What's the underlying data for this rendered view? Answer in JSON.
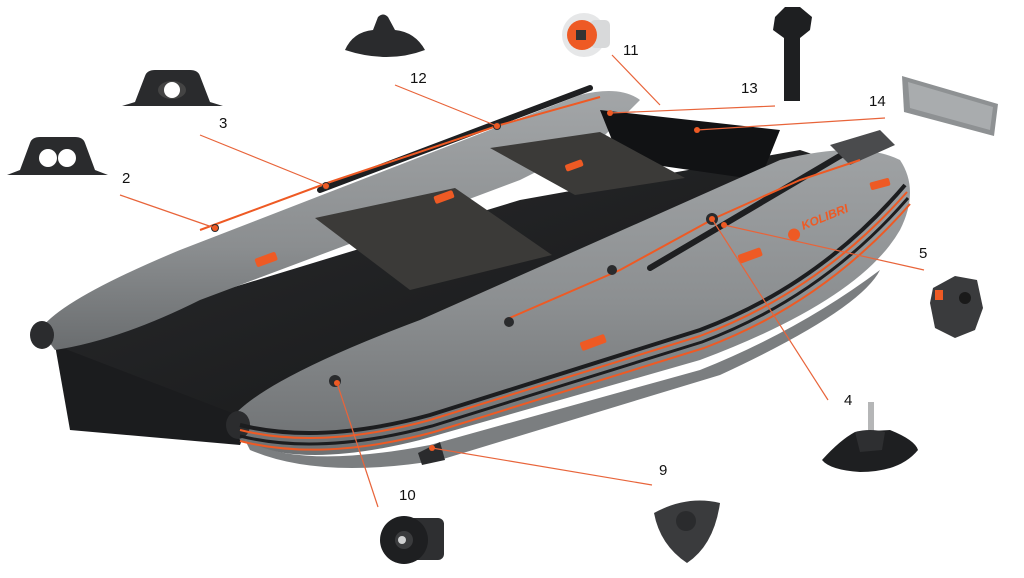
{
  "image": {
    "subject": "Inflatable catamaran boat with exploded accessory callouts",
    "brand_text": "KOLIBRI",
    "colors": {
      "hull_gray": "#8e9193",
      "hull_dark": "#5f6264",
      "floor_black": "#1e1f21",
      "seat": "#3b3a38",
      "accent_orange": "#ee5a24",
      "callout_line": "#e8643a",
      "part_black": "#2a2b2d",
      "background": "#ffffff"
    }
  },
  "callouts": [
    {
      "number": "2",
      "part": "double-ring rope holder"
    },
    {
      "number": "3",
      "part": "single-ring rope holder"
    },
    {
      "number": "12",
      "part": "oar holder"
    },
    {
      "number": "11",
      "part": "inflation valve (orange/white)"
    },
    {
      "number": "13",
      "part": "paddle blade handle"
    },
    {
      "number": "14",
      "part": "transom step plate"
    },
    {
      "number": "5",
      "part": "oarlock clamp"
    },
    {
      "number": "4",
      "part": "oarlock pin mount"
    },
    {
      "number": "9",
      "part": "triangular D-ring patch"
    },
    {
      "number": "10",
      "part": "drain/air valve"
    }
  ],
  "labels": {
    "l2": "2",
    "l3": "3",
    "l12": "12",
    "l11": "11",
    "l13": "13",
    "l14": "14",
    "l5": "5",
    "l4": "4",
    "l9": "9",
    "l10": "10",
    "brand": "KOLIBRI"
  }
}
